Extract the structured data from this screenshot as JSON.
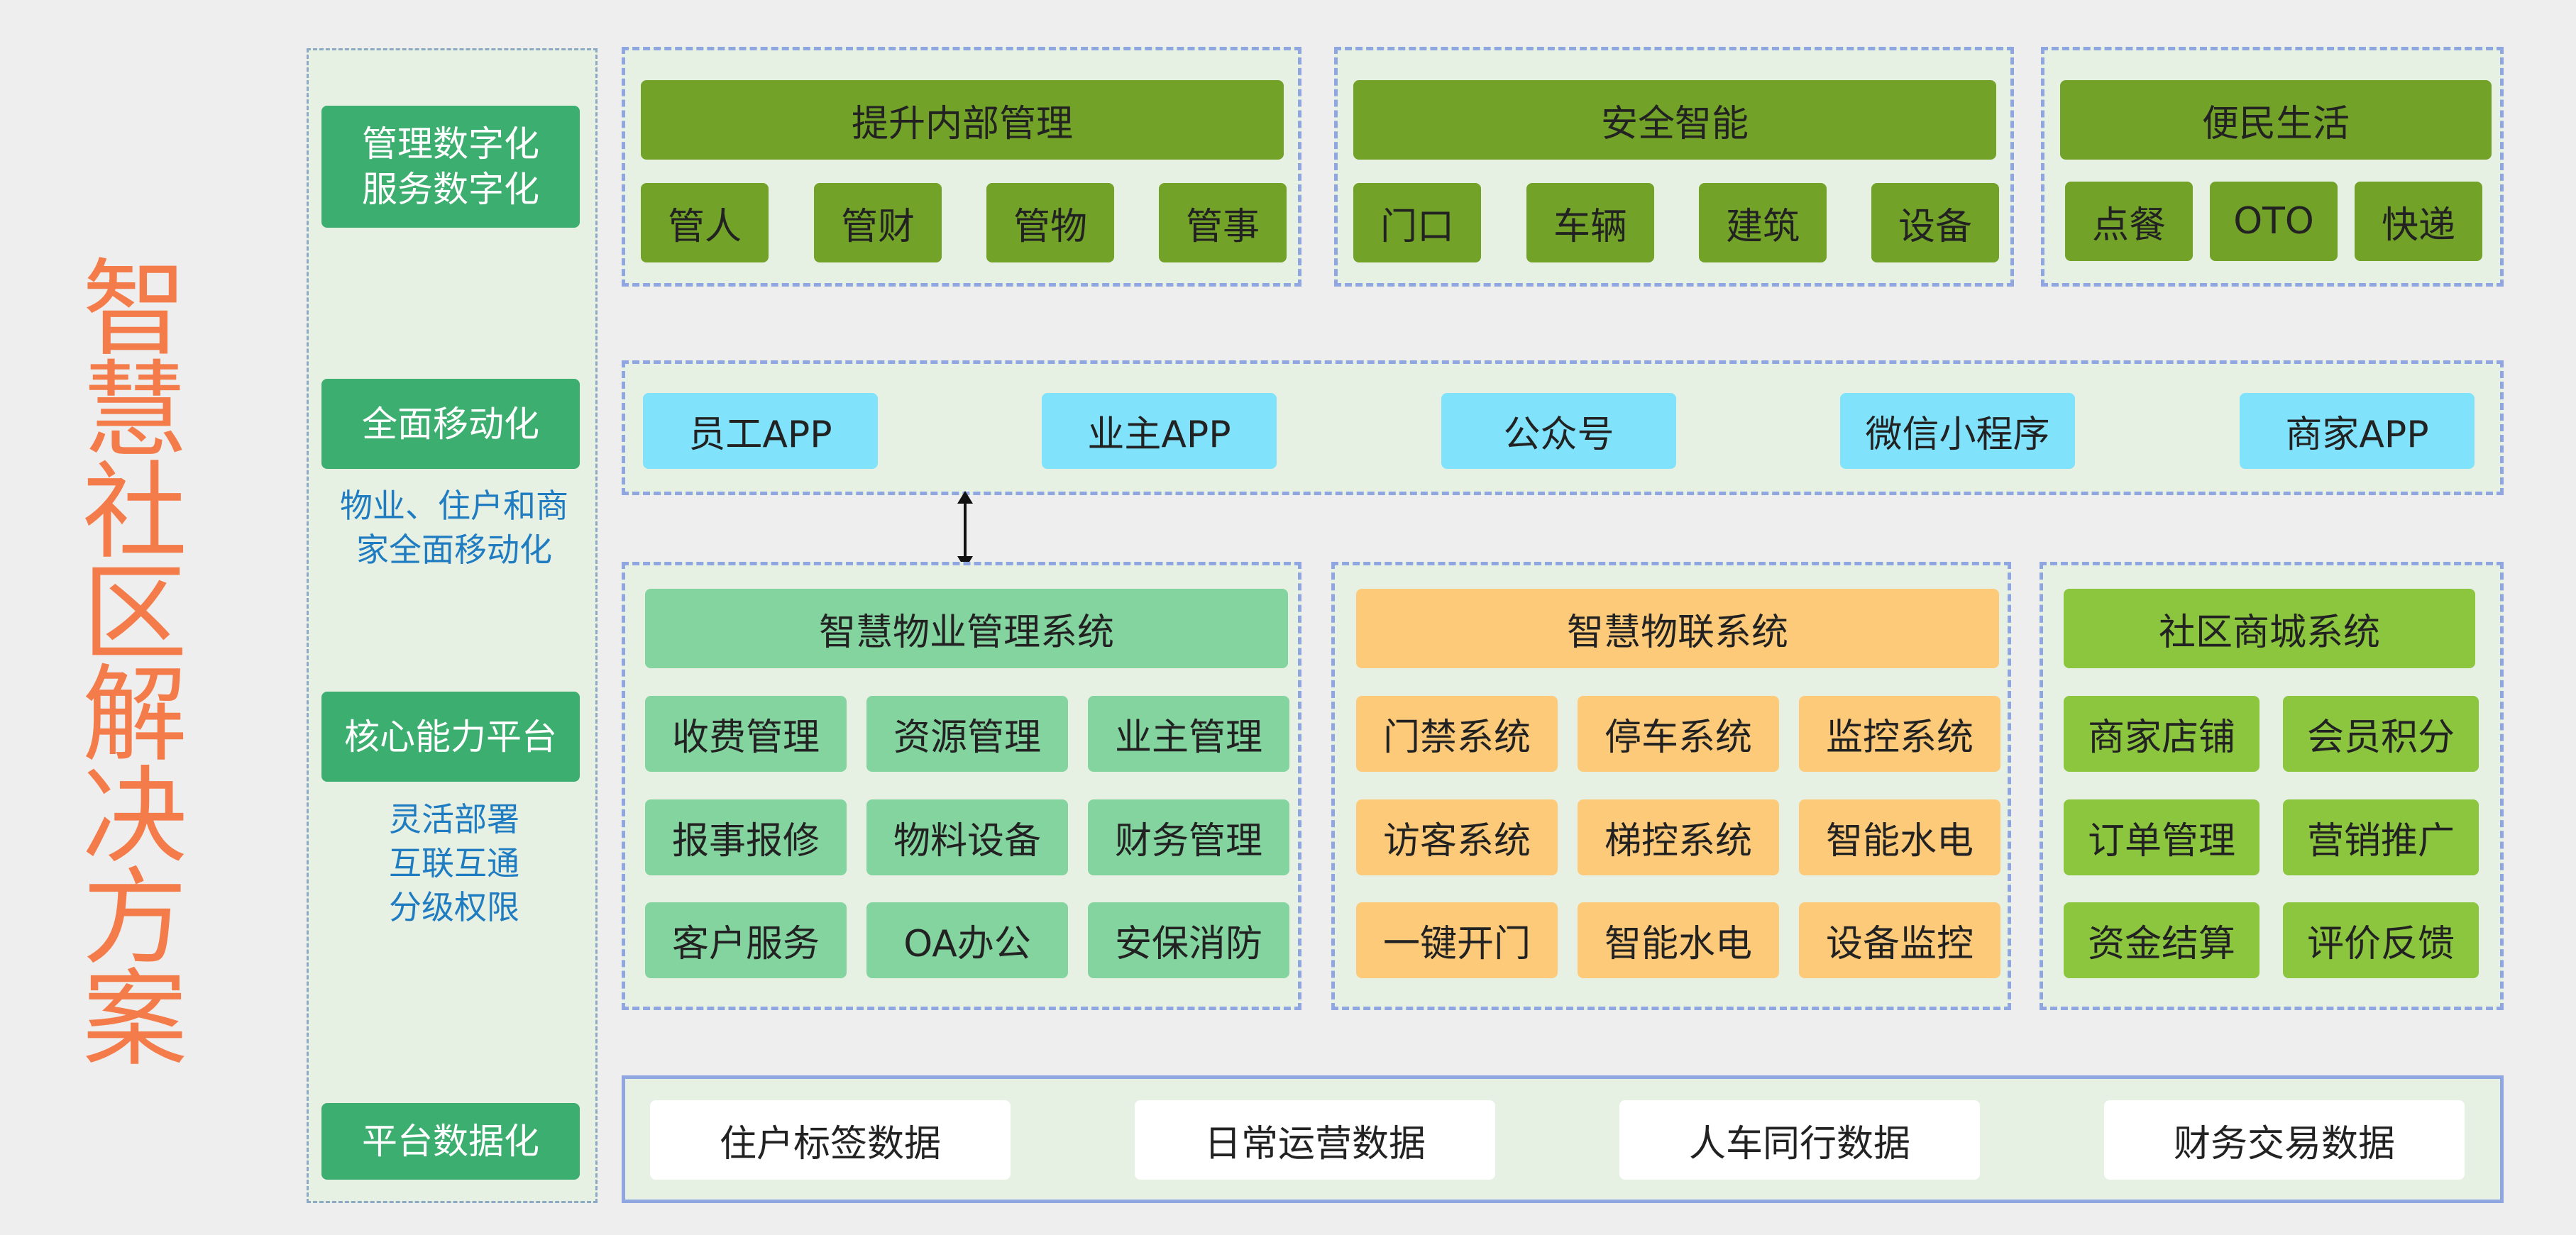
{
  "title_chars": [
    "智",
    "慧",
    "社",
    "区",
    "解",
    "决",
    "方",
    "案"
  ],
  "left": {
    "b1": {
      "line1": "管理数字化",
      "line2": "服务数字化"
    },
    "b2": "全面移动化",
    "b2_note": {
      "line1": "物业、住户和商",
      "line2": "家全面移动化"
    },
    "b3": "核心能力平台",
    "b3_note": {
      "line1": "灵活部署",
      "line2": "互联互通",
      "line3": "分级权限"
    },
    "b4": "平台数据化"
  },
  "top": {
    "g1": {
      "header": "提升内部管理",
      "items": [
        "管人",
        "管财",
        "管物",
        "管事"
      ]
    },
    "g2": {
      "header": "安全智能",
      "items": [
        "门口",
        "车辆",
        "建筑",
        "设备"
      ]
    },
    "g3": {
      "header": "便民生活",
      "items": [
        "点餐",
        "OTO",
        "快递"
      ]
    }
  },
  "apps": [
    "员工APP",
    "业主APP",
    "公众号",
    "微信小程序",
    "商家APP"
  ],
  "systems": {
    "s1": {
      "header": "智慧物业管理系统",
      "items": [
        "收费管理",
        "资源管理",
        "业主管理",
        "报事报修",
        "物料设备",
        "财务管理",
        "客户服务",
        "OA办公",
        "安保消防"
      ]
    },
    "s2": {
      "header": "智慧物联系统",
      "items": [
        "门禁系统",
        "停车系统",
        "监控系统",
        "访客系统",
        "梯控系统",
        "智能水电",
        "一键开门",
        "智能水电",
        "设备监控"
      ]
    },
    "s3": {
      "header": "社区商城系统",
      "items": [
        "商家店铺",
        "会员积分",
        "订单管理",
        "营销推广",
        "资金结算",
        "评价反馈"
      ]
    }
  },
  "data_items": [
    "住户标签数据",
    "日常运营数据",
    "人车同行数据",
    "财务交易数据"
  ],
  "colors": {
    "title": "#f47c4a",
    "left_button": "#3cae6f",
    "note": "#1f7cc1",
    "dark_green": "#72a228",
    "light_green": "#84d4a0",
    "orange": "#fdca79",
    "cyan": "#80e3fb",
    "lime": "#8cc63f"
  }
}
